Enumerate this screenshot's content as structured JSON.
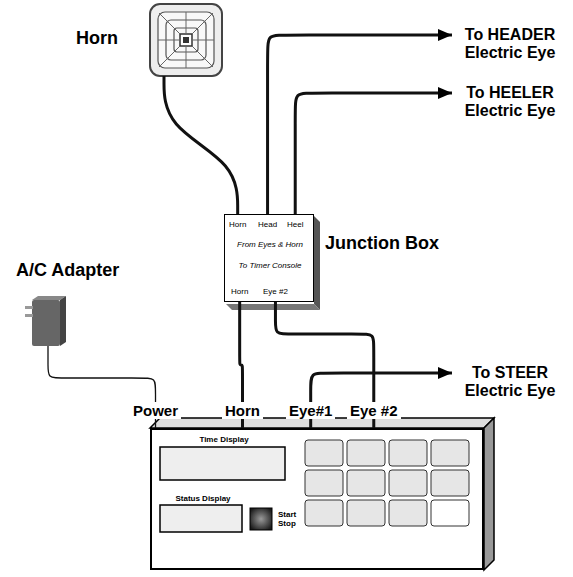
{
  "diagram": {
    "nodes": [
      {
        "text": [
          "Horn"
        ]
      },
      {
        "text": [
          "To HEADER Electric Eye"
        ]
      },
      {
        "text": [
          "To HEELER Electric Eye"
        ]
      },
      {
        "text": [
          "Horn",
          "Head",
          "Heel",
          "From Eyes & Horn",
          "To Timer Console",
          "Horn",
          "Eye #2",
          "Junction Box"
        ]
      },
      {
        "text": [
          "A/C Adapter"
        ]
      },
      {
        "text": [
          "To STEER Electric Eye"
        ]
      },
      {
        "text": [
          "Power",
          "Horn",
          "Eye#1",
          "Eye #2",
          "Time Display",
          "Status Display",
          "Start Stop"
        ]
      }
    ],
    "edges": [
      {
        "from": 0,
        "to": 3,
        "arrow": "none"
      },
      {
        "from": 3,
        "to": 1,
        "arrow": "to"
      },
      {
        "from": 3,
        "to": 2,
        "arrow": "to"
      },
      {
        "from": 3,
        "to": 6,
        "arrow": "none"
      },
      {
        "from": 3,
        "to": 6,
        "arrow": "none"
      },
      {
        "from": 4,
        "to": 6,
        "arrow": "none"
      },
      {
        "from": 6,
        "to": 5,
        "arrow": "to"
      }
    ]
  }
}
